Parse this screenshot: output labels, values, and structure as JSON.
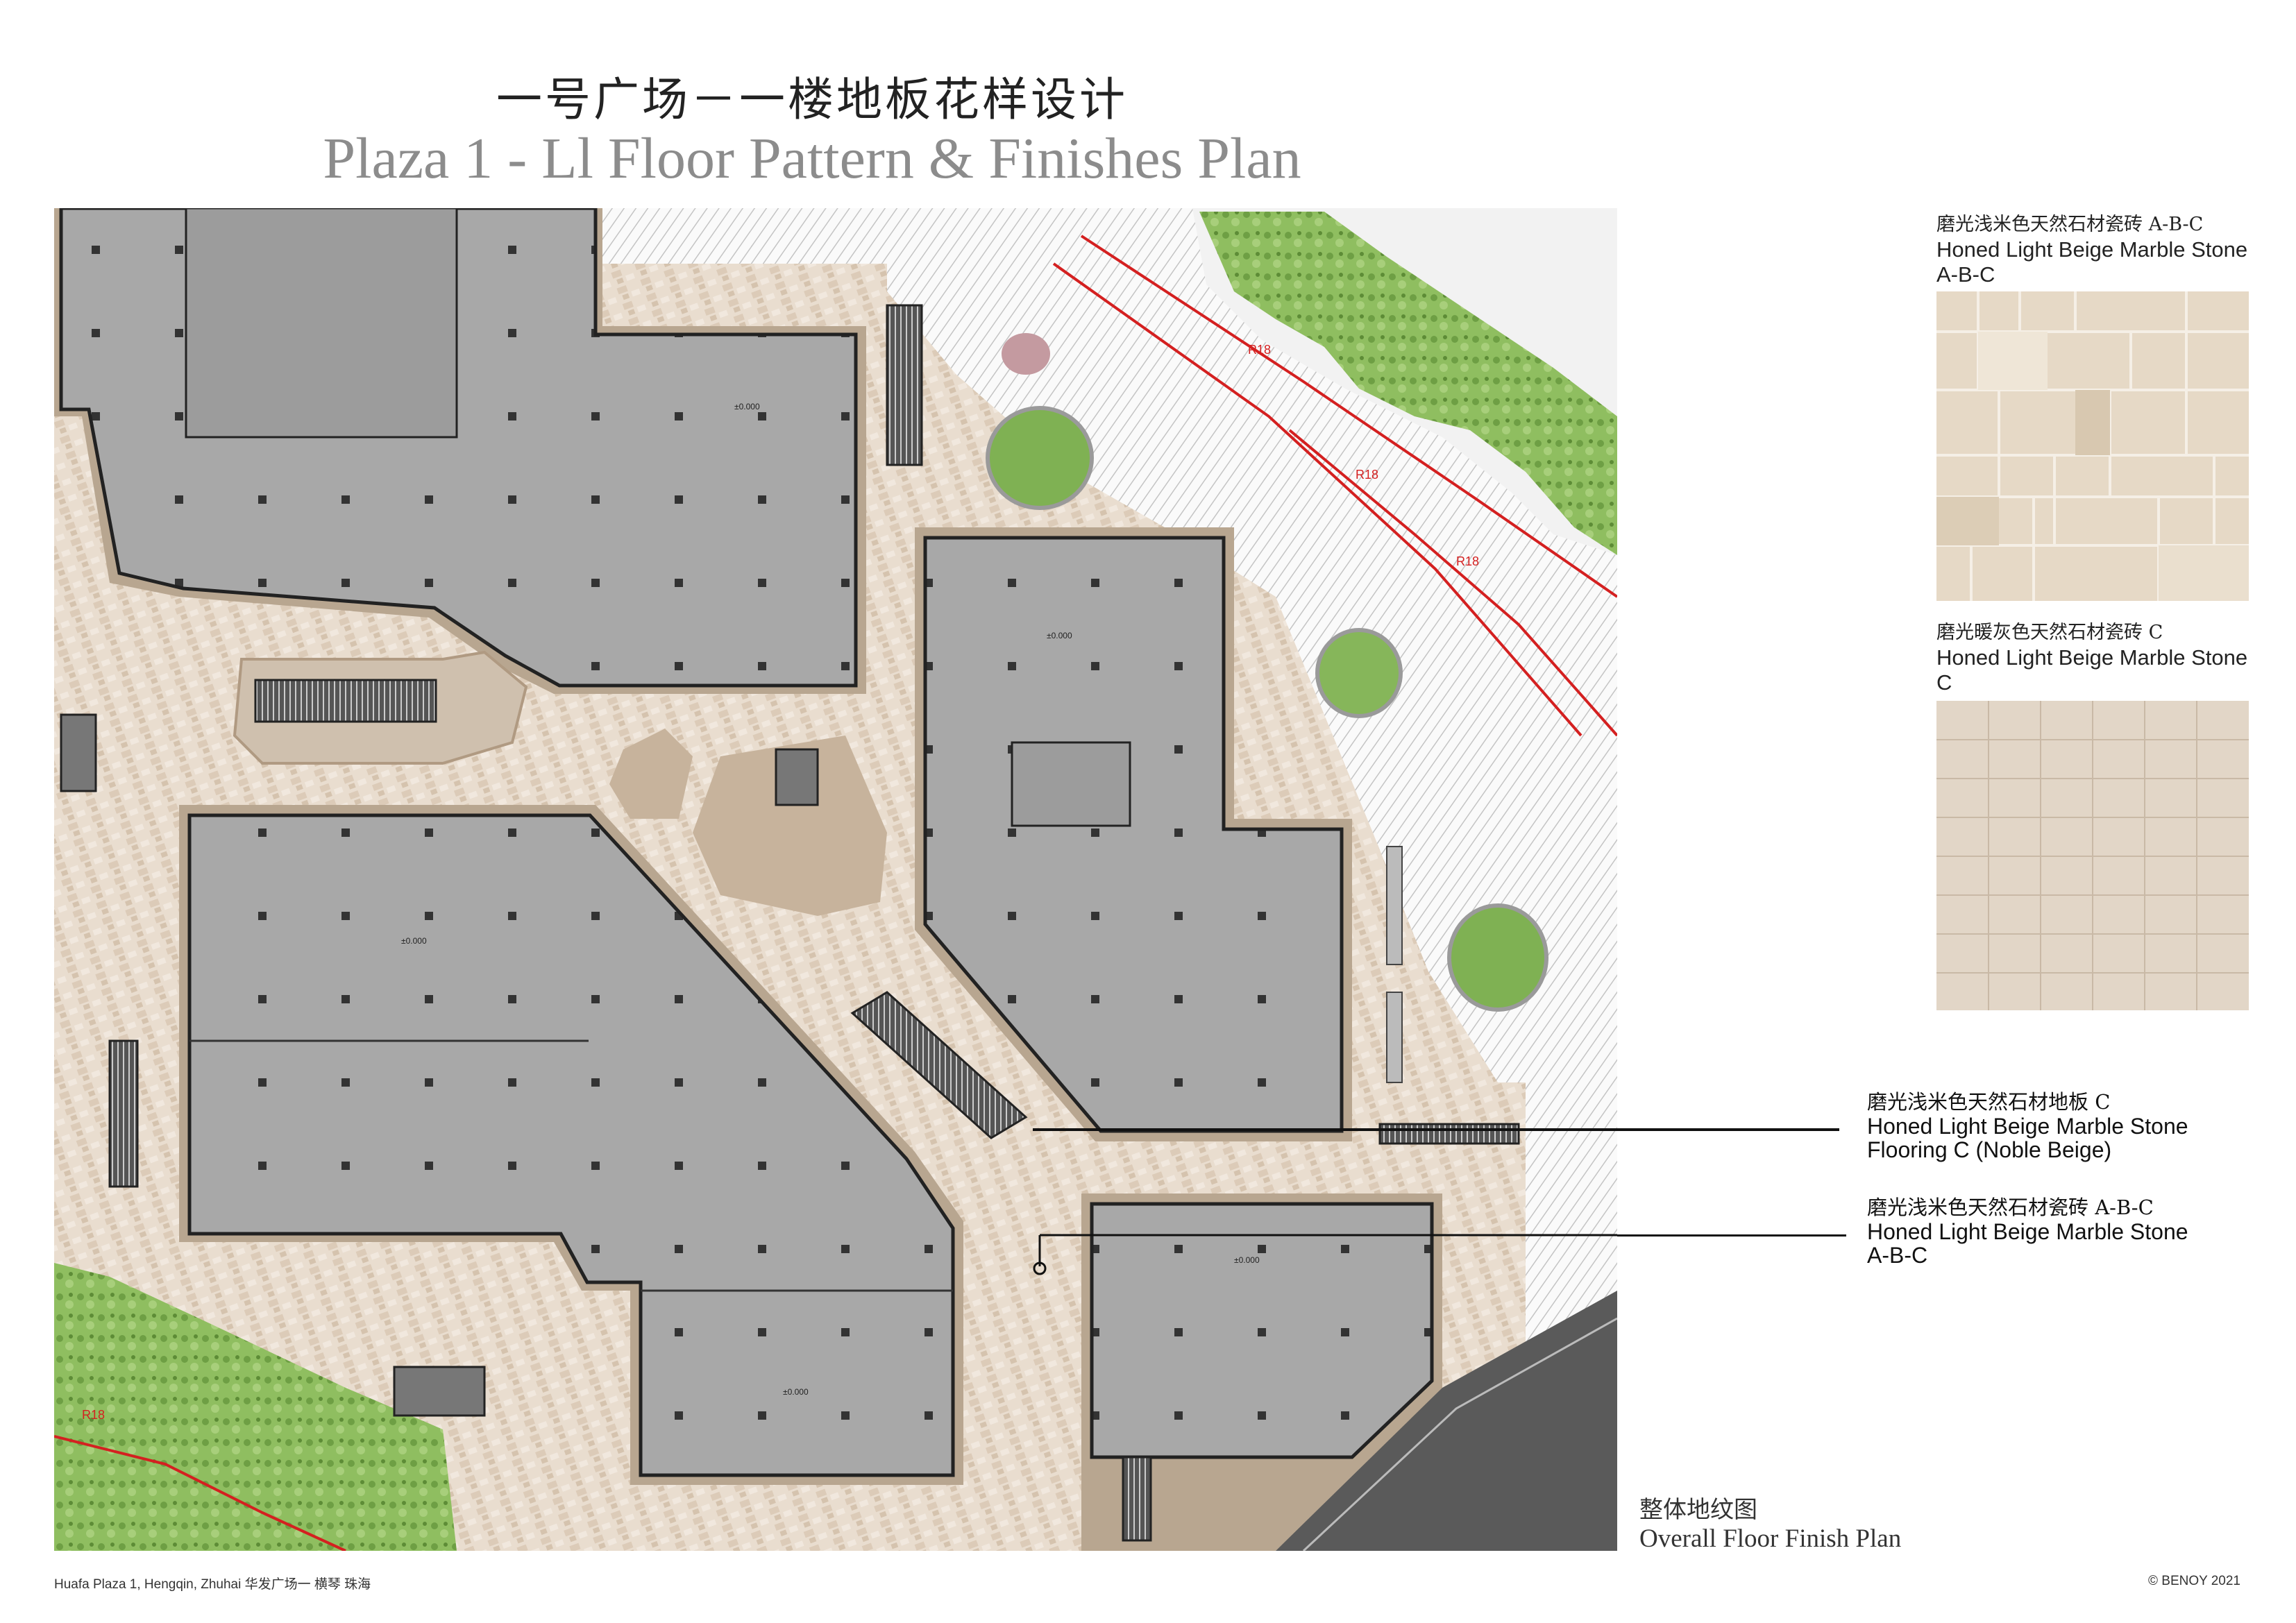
{
  "title": {
    "cn": "一号广场－一楼地板花样设计",
    "en": "Plaza 1 - Ll Floor Pattern & Finishes Plan"
  },
  "swatches": [
    {
      "cn": "磨光浅米色天然石材瓷砖 A-B-C",
      "en_line1": "Honed Light Beige Marble Stone",
      "en_line2": "A-B-C"
    },
    {
      "cn": "磨光暖灰色天然石材瓷砖 C",
      "en_line1": "Honed Light Beige Marble Stone",
      "en_line2": "C"
    }
  ],
  "callouts": [
    {
      "cn": "磨光浅米色天然石材地板 C",
      "en_line1": "Honed Light Beige Marble Stone",
      "en_line2": "Flooring C (Noble Beige)"
    },
    {
      "cn": "磨光浅米色天然石材瓷砖 A-B-C",
      "en_line1": "Honed Light Beige Marble Stone",
      "en_line2": "A-B-C"
    }
  ],
  "plan_labels": {
    "road_marker": "R18",
    "level": "±0.000"
  },
  "caption": {
    "cn": "整体地纹图",
    "en": "Overall Floor Finish Plan"
  },
  "footer": {
    "left": "Huafa Plaza 1, Hengqin, Zhuhai   华发广场一  横琴  珠海",
    "right": "© BENOY 2021"
  },
  "colors": {
    "building": "#a9a9a9",
    "building_outline": "#2a2a2a",
    "paving": "#eadfd2",
    "curb": "#b7a692",
    "greenery": "#7fb153",
    "road_line": "#d42020",
    "swatch_a": "#e6d9c6",
    "swatch_c": "#e2d6c7"
  }
}
